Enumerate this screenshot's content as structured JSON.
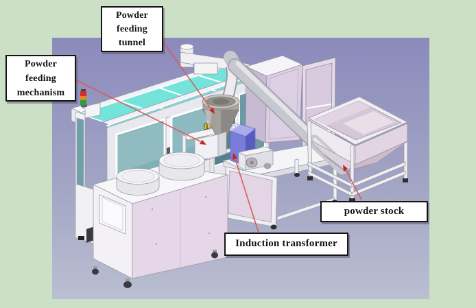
{
  "scene": {
    "background_color": "#cbe0c6",
    "platform_top_color": "#8b8abc",
    "platform_bottom_color": "#bbbfd1",
    "callout_line_color": "#d85c5c",
    "callout_arrow_color": "#c32424",
    "label_box_background": "#ffffff",
    "label_box_border": "#141414"
  },
  "labels": {
    "powder_feeding_tunnel": {
      "line1": "Powder",
      "line2": "feeding",
      "line3": "tunnel"
    },
    "powder_feeding_mechanism": {
      "line1": "Powder",
      "line2": "feeding",
      "line3": "mechanism"
    },
    "induction_transformer": {
      "text": "Induction transformer"
    },
    "powder_stock": {
      "text": "powder stock"
    }
  },
  "machine": {
    "depicted_components": [
      "conveyor tunnel enclosure with teal glass panels",
      "signal tower light",
      "powder hopper with feed pipe",
      "powder feeding mechanism",
      "induction transformer (blue box)",
      "inclined screw conveyor tube",
      "powder stock hopper on stand",
      "control cabinet with two drums",
      "work table"
    ]
  }
}
